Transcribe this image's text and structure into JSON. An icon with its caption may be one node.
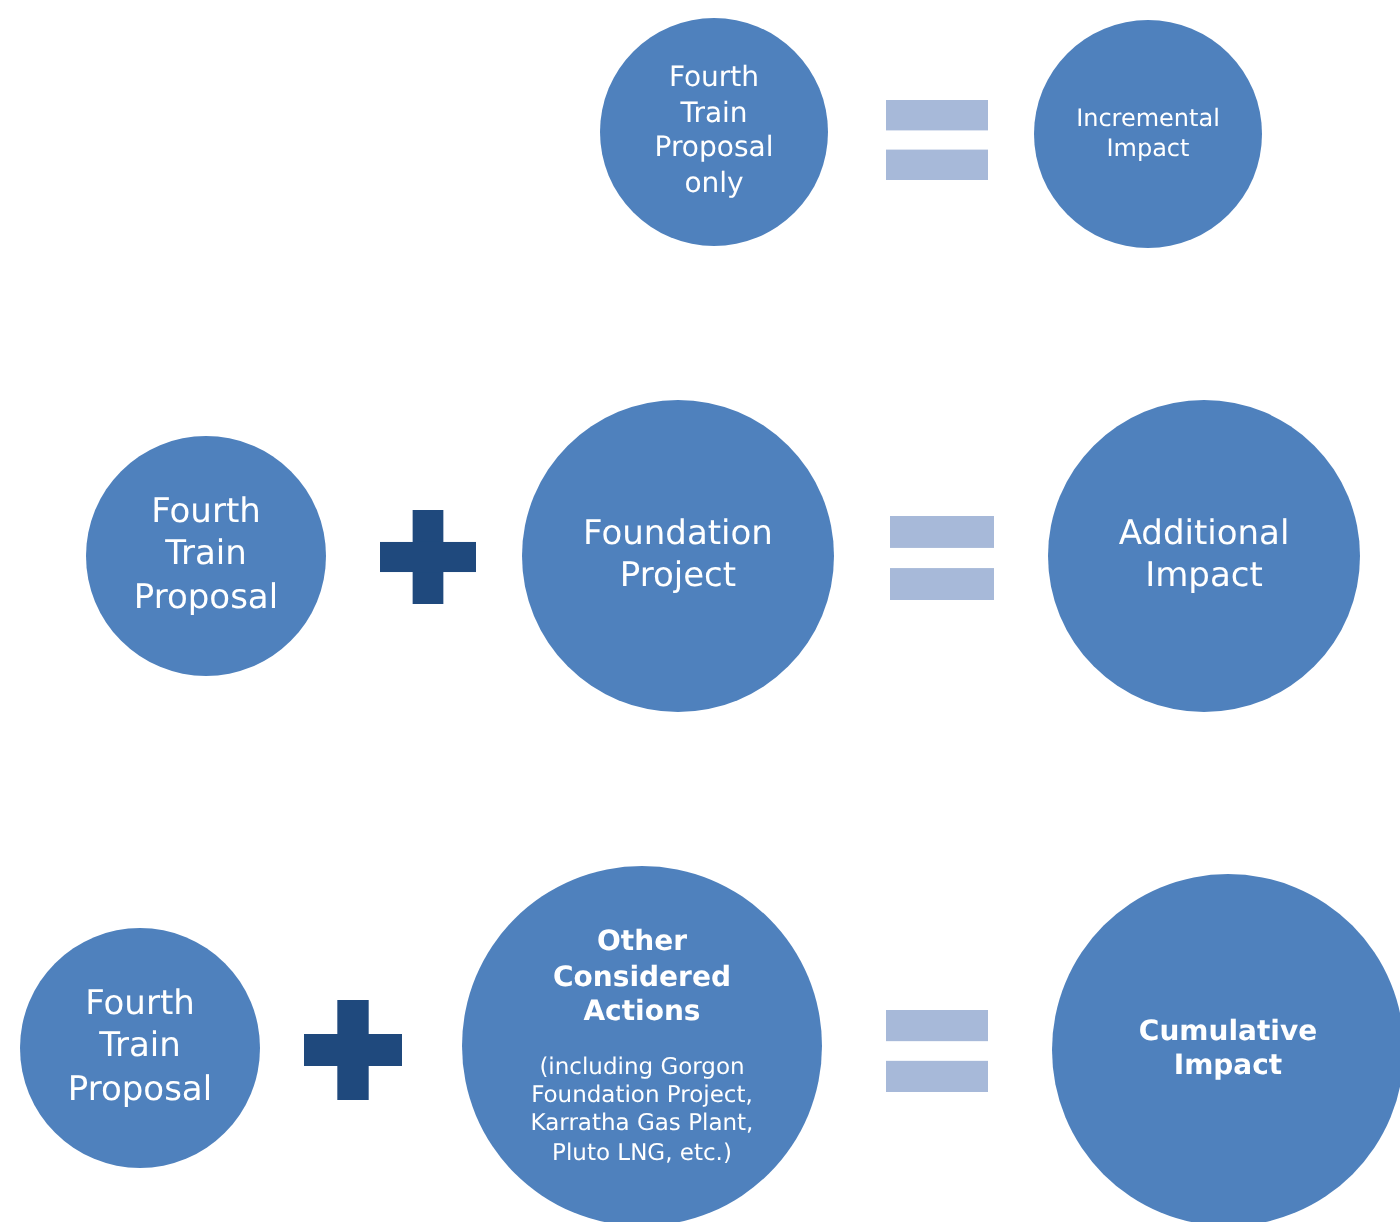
{
  "diagram": {
    "nodes": [
      {
        "text": [
          "Fourth Train Proposal only"
        ]
      },
      {
        "text": [
          "Incremental Impact"
        ]
      },
      {
        "text": [
          "Fourth Train Proposal"
        ]
      },
      {
        "text": [
          "Foundation Project"
        ]
      },
      {
        "text": [
          "Additional Impact"
        ]
      },
      {
        "text": [
          "Fourth Train Proposal"
        ]
      },
      {
        "text": [
          "Other Considered Actions",
          "(including Gorgon Foundation Project, Karratha Gas Plant, Pluto LNG, etc.)"
        ]
      },
      {
        "text": [
          "Cumulative Impact"
        ]
      }
    ]
  }
}
